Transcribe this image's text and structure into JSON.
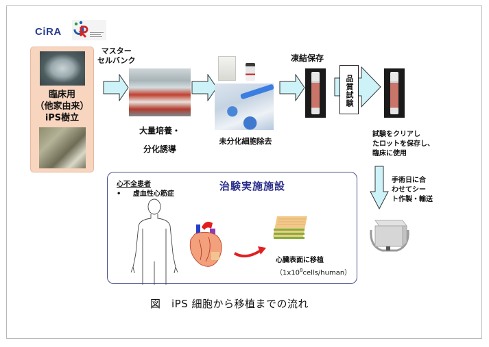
{
  "header": {
    "org_name": "CiRA",
    "logo_icon": "cira-logo-icon"
  },
  "steps": {
    "establishment": {
      "line1": "臨床用",
      "line2": "（他家由来）",
      "line3": "iPS樹立"
    },
    "master_cell_bank": {
      "line1": "マスター",
      "line2": "セルバンク"
    },
    "culture": {
      "line1": "大量培養・",
      "line2": "分化誘導"
    },
    "purification": {
      "label": "未分化細胞除去"
    },
    "cryopreservation": {
      "label": "凍結保存"
    },
    "quality_test": {
      "label": "品質試験"
    },
    "release": {
      "line1": "試験をクリアし",
      "line2": "たロットを保存し、",
      "line3": "臨床に使用"
    },
    "shipping": {
      "line1": "手術日に合",
      "line2": "わせてシー",
      "line3": "ト作製・輸送"
    }
  },
  "clinical_site": {
    "title": "治験実施施設",
    "patient_label": "心不全患者",
    "patient_condition_bullet": "•",
    "patient_condition": "虚血性心筋症",
    "transplant_label": "心臓表面に移植",
    "transplant_dose_prefix": "（1x10",
    "transplant_dose_exp": "8",
    "transplant_dose_suffix": "cells/human）"
  },
  "caption": "図　iPS 細胞から移植までの流れ",
  "colors": {
    "arrow_fill": "#cdf3f8",
    "arrow_stroke": "#333333",
    "left_panel": "#f7d5bf",
    "clinic_border": "#4a4d8a",
    "clinic_title": "#2b2f8a",
    "org_text": "#2a3d8f",
    "heart_arrow": "#e02020"
  }
}
